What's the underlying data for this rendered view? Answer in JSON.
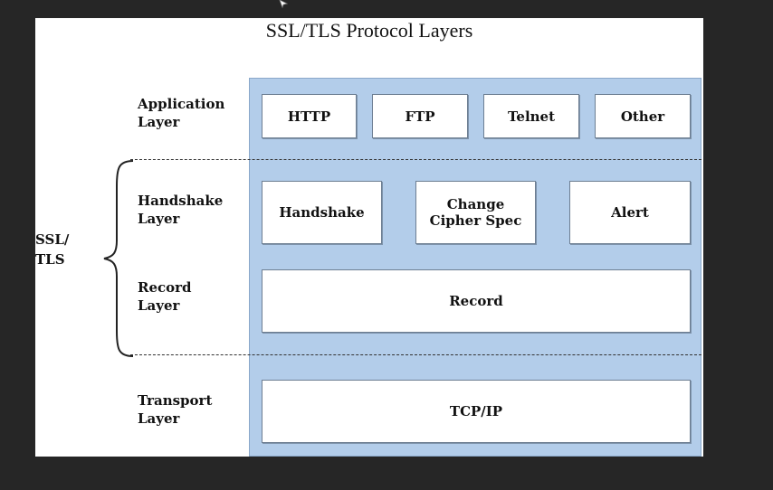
{
  "title": "SSL/TLS Protocol Layers",
  "layers": {
    "application": "Application\nLayer",
    "handshake": "Handshake\nLayer",
    "record": "Record\nLayer",
    "transport": "Transport\nLayer",
    "ssl_tls": "SSL/\nTLS"
  },
  "boxes": {
    "http": "HTTP",
    "ftp": "FTP",
    "telnet": "Telnet",
    "other": "Other",
    "handshake": "Handshake",
    "change_cipher_spec": "Change\nCipher Spec",
    "alert": "Alert",
    "record": "Record",
    "tcpip": "TCP/IP"
  },
  "colors": {
    "panel": "#b3cdea",
    "background": "#262626",
    "box": "#ffffff"
  }
}
